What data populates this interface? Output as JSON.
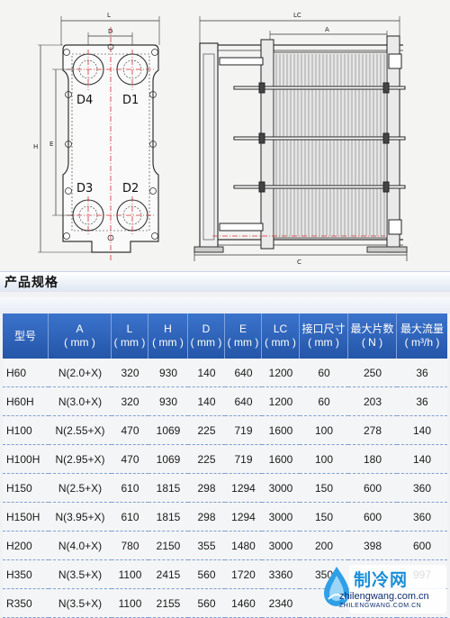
{
  "drawing": {
    "front_labels": {
      "L": "L",
      "D": "D",
      "H": "H",
      "E": "E"
    },
    "port_labels": {
      "d4": "D4",
      "d1": "D1",
      "d3": "D3",
      "d2": "D2"
    },
    "side_labels": {
      "lc": "LC",
      "a": "A",
      "c": "C"
    }
  },
  "section": {
    "title": "产品规格"
  },
  "table": {
    "headers": [
      [
        "型号",
        ""
      ],
      [
        "A",
        "( mm )"
      ],
      [
        "L",
        "( mm )"
      ],
      [
        "H",
        "( mm )"
      ],
      [
        "D",
        "( mm )"
      ],
      [
        "E",
        "( mm )"
      ],
      [
        "LC",
        "( mm )"
      ],
      [
        "接口尺寸",
        "( mm )"
      ],
      [
        "最大片数",
        "( N )"
      ],
      [
        "最大流量",
        "( m³/h )"
      ]
    ],
    "rows": [
      [
        "H60",
        "N(2.0+X)",
        "320",
        "930",
        "140",
        "640",
        "1200",
        "60",
        "250",
        "36"
      ],
      [
        "H60H",
        "N(3.0+X)",
        "320",
        "930",
        "140",
        "640",
        "1200",
        "60",
        "203",
        "36"
      ],
      [
        "H100",
        "N(2.55+X)",
        "470",
        "1069",
        "225",
        "719",
        "1600",
        "100",
        "278",
        "140"
      ],
      [
        "H100H",
        "N(2.95+X)",
        "470",
        "1069",
        "225",
        "719",
        "1600",
        "100",
        "180",
        "140"
      ],
      [
        "H150",
        "N(2.5+X)",
        "610",
        "1815",
        "298",
        "1294",
        "3000",
        "150",
        "600",
        "360"
      ],
      [
        "H150H",
        "N(3.95+X)",
        "610",
        "1815",
        "298",
        "1294",
        "3000",
        "150",
        "600",
        "360"
      ],
      [
        "H200",
        "N(4.0+X)",
        "780",
        "2150",
        "355",
        "1480",
        "3000",
        "200",
        "398",
        "600"
      ],
      [
        "H350",
        "N(3.5+X)",
        "1100",
        "2415",
        "560",
        "1720",
        "3360",
        "350",
        "",
        "997"
      ],
      [
        "R350",
        "N(3.5+X)",
        "1100",
        "2155",
        "560",
        "1460",
        "2340",
        "",
        "",
        ""
      ]
    ]
  },
  "logo": {
    "name": "制冷网",
    "url": "zhilengwang.com.cn",
    "pinyin": "ZHILENGWANG.COM.CN"
  },
  "colors": {
    "header_bg": "#2f64b8",
    "accent": "#1b8fd8"
  }
}
